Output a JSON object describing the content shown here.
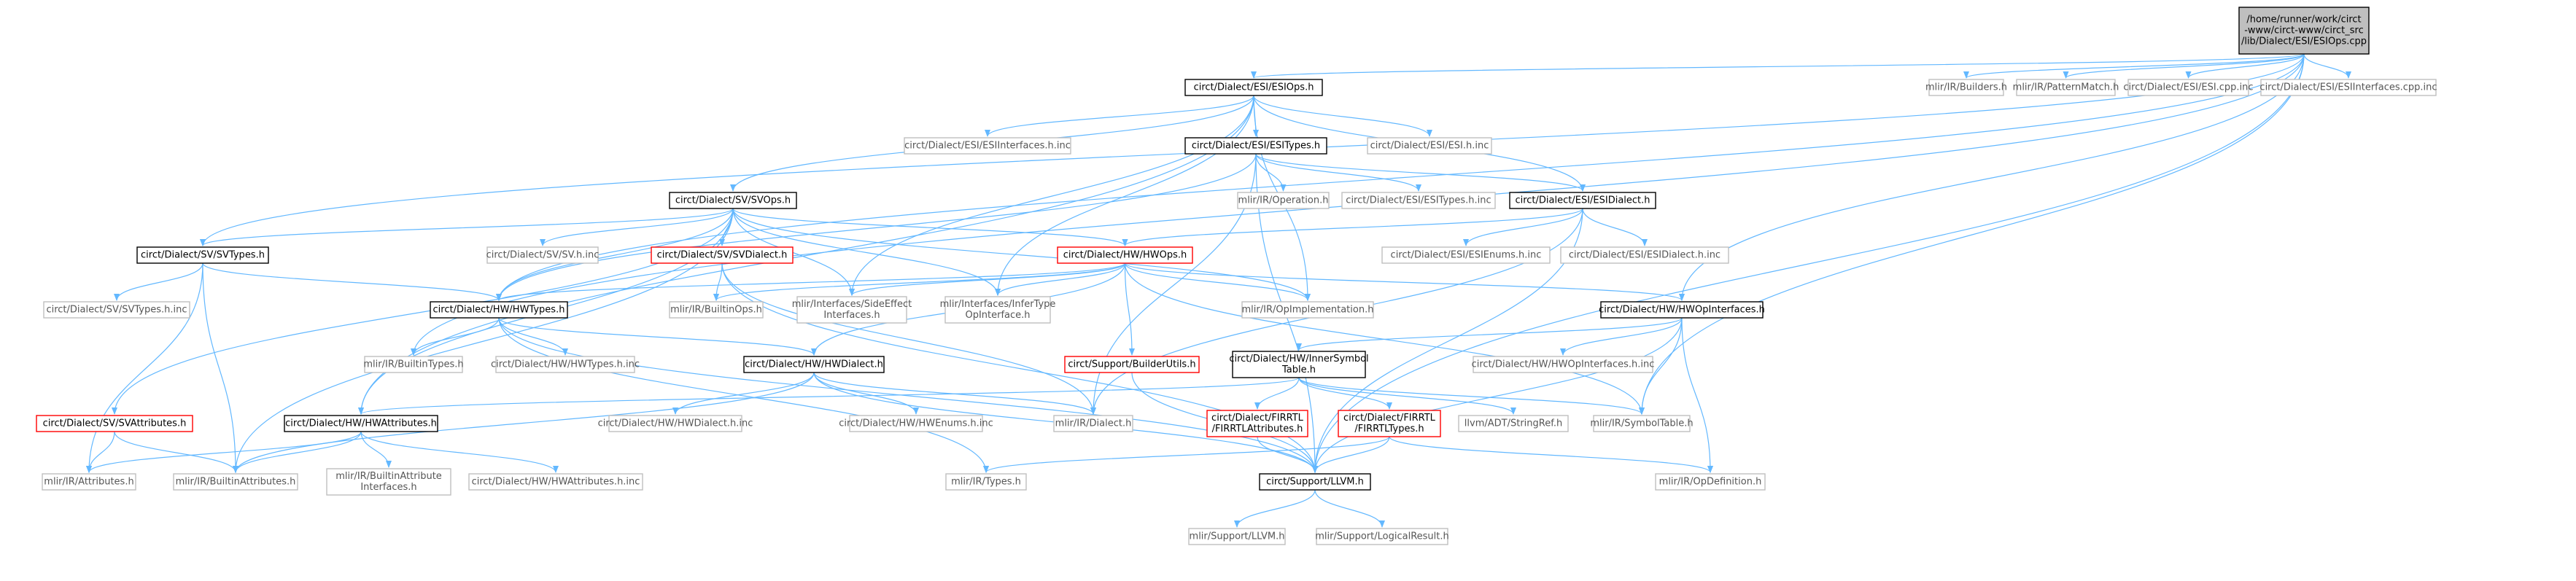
{
  "graph": {
    "root": {
      "id": "root",
      "lines": [
        "/home/runner/work/circt",
        "-www/circt-www/circt_src",
        "/lib/Dialect/ESI/ESIOps.cpp"
      ]
    },
    "nodes": [
      {
        "id": "esiops_h",
        "lines": [
          "circt/Dialect/ESI/ESIOps.h"
        ],
        "style": "doc"
      },
      {
        "id": "builders",
        "lines": [
          "mlir/IR/Builders.h"
        ],
        "style": "inc"
      },
      {
        "id": "patternmatch",
        "lines": [
          "mlir/IR/PatternMatch.h"
        ],
        "style": "inc"
      },
      {
        "id": "esi_cpp_inc",
        "lines": [
          "circt/Dialect/ESI/ESI.cpp.inc"
        ],
        "style": "inc"
      },
      {
        "id": "esiinterfaces_cpp_inc",
        "lines": [
          "circt/Dialect/ESI/ESIInterfaces.cpp.inc"
        ],
        "style": "inc"
      },
      {
        "id": "esiinterfaces_h_inc",
        "lines": [
          "circt/Dialect/ESI/ESIInterfaces.h.inc"
        ],
        "style": "inc"
      },
      {
        "id": "esitypes_h",
        "lines": [
          "circt/Dialect/ESI/ESITypes.h"
        ],
        "style": "doc"
      },
      {
        "id": "esi_h_inc",
        "lines": [
          "circt/Dialect/ESI/ESI.h.inc"
        ],
        "style": "inc"
      },
      {
        "id": "svops_h",
        "lines": [
          "circt/Dialect/SV/SVOps.h"
        ],
        "style": "doc"
      },
      {
        "id": "operation",
        "lines": [
          "mlir/IR/Operation.h"
        ],
        "style": "inc"
      },
      {
        "id": "esitypes_h_inc",
        "lines": [
          "circt/Dialect/ESI/ESITypes.h.inc"
        ],
        "style": "inc"
      },
      {
        "id": "esidialect_h",
        "lines": [
          "circt/Dialect/ESI/ESIDialect.h"
        ],
        "style": "doc"
      },
      {
        "id": "svtypes_h",
        "lines": [
          "circt/Dialect/SV/SVTypes.h"
        ],
        "style": "doc"
      },
      {
        "id": "sv_h_inc",
        "lines": [
          "circt/Dialect/SV/SV.h.inc"
        ],
        "style": "inc"
      },
      {
        "id": "svdialect_h",
        "lines": [
          "circt/Dialect/SV/SVDialect.h"
        ],
        "style": "red"
      },
      {
        "id": "hwops_h",
        "lines": [
          "circt/Dialect/HW/HWOps.h"
        ],
        "style": "red"
      },
      {
        "id": "esienums_h_inc",
        "lines": [
          "circt/Dialect/ESI/ESIEnums.h.inc"
        ],
        "style": "inc"
      },
      {
        "id": "esidialect_h_inc",
        "lines": [
          "circt/Dialect/ESI/ESIDialect.h.inc"
        ],
        "style": "inc"
      },
      {
        "id": "svtypes_h_inc",
        "lines": [
          "circt/Dialect/SV/SVTypes.h.inc"
        ],
        "style": "inc"
      },
      {
        "id": "hwtypes_h",
        "lines": [
          "circt/Dialect/HW/HWTypes.h"
        ],
        "style": "doc"
      },
      {
        "id": "builtinops",
        "lines": [
          "mlir/IR/BuiltinOps.h"
        ],
        "style": "inc"
      },
      {
        "id": "sideeffect",
        "lines": [
          "mlir/Interfaces/SideEffect",
          "Interfaces.h"
        ],
        "style": "inc"
      },
      {
        "id": "infertype",
        "lines": [
          "mlir/Interfaces/InferType",
          "OpInterface.h"
        ],
        "style": "inc"
      },
      {
        "id": "opimplementation",
        "lines": [
          "mlir/IR/OpImplementation.h"
        ],
        "style": "inc"
      },
      {
        "id": "hwopinterfaces_h",
        "lines": [
          "circt/Dialect/HW/HWOpInterfaces.h"
        ],
        "style": "doc"
      },
      {
        "id": "builtintypes",
        "lines": [
          "mlir/IR/BuiltinTypes.h"
        ],
        "style": "inc"
      },
      {
        "id": "hwtypes_h_inc",
        "lines": [
          "circt/Dialect/HW/HWTypes.h.inc"
        ],
        "style": "inc"
      },
      {
        "id": "hwdialect_h",
        "lines": [
          "circt/Dialect/HW/HWDialect.h"
        ],
        "style": "doc"
      },
      {
        "id": "builderutils",
        "lines": [
          "circt/Support/BuilderUtils.h"
        ],
        "style": "red"
      },
      {
        "id": "innersymbol",
        "lines": [
          "circt/Dialect/HW/InnerSymbol",
          "Table.h"
        ],
        "style": "doc"
      },
      {
        "id": "hwopinterfaces_h_inc",
        "lines": [
          "circt/Dialect/HW/HWOpInterfaces.h.inc"
        ],
        "style": "inc"
      },
      {
        "id": "svattributes_h",
        "lines": [
          "circt/Dialect/SV/SVAttributes.h"
        ],
        "style": "red"
      },
      {
        "id": "hwattributes_h",
        "lines": [
          "circt/Dialect/HW/HWAttributes.h"
        ],
        "style": "doc"
      },
      {
        "id": "hwdialect_h_inc",
        "lines": [
          "circt/Dialect/HW/HWDialect.h.inc"
        ],
        "style": "inc"
      },
      {
        "id": "hwenums_h_inc",
        "lines": [
          "circt/Dialect/HW/HWEnums.h.inc"
        ],
        "style": "inc"
      },
      {
        "id": "dialect",
        "lines": [
          "mlir/IR/Dialect.h"
        ],
        "style": "inc"
      },
      {
        "id": "firrtlattributes",
        "lines": [
          "circt/Dialect/FIRRTL",
          "/FIRRTLAttributes.h"
        ],
        "style": "red"
      },
      {
        "id": "firrtltypes",
        "lines": [
          "circt/Dialect/FIRRTL",
          "/FIRRTLTypes.h"
        ],
        "style": "red"
      },
      {
        "id": "stringref",
        "lines": [
          "llvm/ADT/StringRef.h"
        ],
        "style": "inc"
      },
      {
        "id": "symboltable",
        "lines": [
          "mlir/IR/SymbolTable.h"
        ],
        "style": "inc"
      },
      {
        "id": "attributes",
        "lines": [
          "mlir/IR/Attributes.h"
        ],
        "style": "inc"
      },
      {
        "id": "builtinattributes",
        "lines": [
          "mlir/IR/BuiltinAttributes.h"
        ],
        "style": "inc"
      },
      {
        "id": "builtinattrinterfaces",
        "lines": [
          "mlir/IR/BuiltinAttribute",
          "Interfaces.h"
        ],
        "style": "inc"
      },
      {
        "id": "hwattributes_h_inc",
        "lines": [
          "circt/Dialect/HW/HWAttributes.h.inc"
        ],
        "style": "inc"
      },
      {
        "id": "types",
        "lines": [
          "mlir/IR/Types.h"
        ],
        "style": "inc"
      },
      {
        "id": "support_llvm",
        "lines": [
          "circt/Support/LLVM.h"
        ],
        "style": "doc"
      },
      {
        "id": "opdefinition",
        "lines": [
          "mlir/IR/OpDefinition.h"
        ],
        "style": "inc"
      },
      {
        "id": "mlir_support_llvm",
        "lines": [
          "mlir/Support/LLVM.h"
        ],
        "style": "inc"
      },
      {
        "id": "logicalresult",
        "lines": [
          "mlir/Support/LogicalResult.h"
        ],
        "style": "inc"
      }
    ],
    "edges": [
      [
        "root",
        "esiops_h"
      ],
      [
        "root",
        "builders"
      ],
      [
        "root",
        "patternmatch"
      ],
      [
        "root",
        "esi_cpp_inc"
      ],
      [
        "root",
        "esiinterfaces_cpp_inc"
      ],
      [
        "root",
        "svtypes_h"
      ],
      [
        "root",
        "hwtypes_h"
      ],
      [
        "root",
        "hwopinterfaces_h"
      ],
      [
        "root",
        "support_llvm"
      ],
      [
        "root",
        "symboltable"
      ],
      [
        "root",
        "builtintypes"
      ],
      [
        "esiops_h",
        "esiinterfaces_h_inc"
      ],
      [
        "esiops_h",
        "esitypes_h"
      ],
      [
        "esiops_h",
        "esi_h_inc"
      ],
      [
        "esiops_h",
        "svops_h"
      ],
      [
        "esiops_h",
        "esidialect_h"
      ],
      [
        "esiops_h",
        "hwattributes_h"
      ],
      [
        "esiops_h",
        "sideeffect"
      ],
      [
        "esiops_h",
        "infertype"
      ],
      [
        "esiops_h",
        "opimplementation"
      ],
      [
        "esitypes_h",
        "operation"
      ],
      [
        "esitypes_h",
        "esitypes_h_inc"
      ],
      [
        "esitypes_h",
        "esidialect_h"
      ],
      [
        "esitypes_h",
        "hwtypes_h"
      ],
      [
        "esitypes_h",
        "support_llvm"
      ],
      [
        "esitypes_h",
        "dialect"
      ],
      [
        "esidialect_h",
        "esienums_h_inc"
      ],
      [
        "esidialect_h",
        "esidialect_h_inc"
      ],
      [
        "esidialect_h",
        "hwops_h"
      ],
      [
        "esidialect_h",
        "support_llvm"
      ],
      [
        "esidialect_h",
        "dialect"
      ],
      [
        "svops_h",
        "svtypes_h"
      ],
      [
        "svops_h",
        "sv_h_inc"
      ],
      [
        "svops_h",
        "svdialect_h"
      ],
      [
        "svops_h",
        "hwops_h"
      ],
      [
        "svops_h",
        "hwtypes_h"
      ],
      [
        "svops_h",
        "svattributes_h"
      ],
      [
        "svops_h",
        "hwattributes_h"
      ],
      [
        "svops_h",
        "sideeffect"
      ],
      [
        "svops_h",
        "infertype"
      ],
      [
        "svops_h",
        "opimplementation"
      ],
      [
        "svops_h",
        "builtinattributes"
      ],
      [
        "svtypes_h",
        "svtypes_h_inc"
      ],
      [
        "svtypes_h",
        "hwtypes_h"
      ],
      [
        "svtypes_h",
        "attributes"
      ],
      [
        "svtypes_h",
        "builtinattributes"
      ],
      [
        "svdialect_h",
        "builtinops"
      ],
      [
        "svdialect_h",
        "dialect"
      ],
      [
        "svdialect_h",
        "support_llvm"
      ],
      [
        "hwops_h",
        "hwtypes_h"
      ],
      [
        "hwops_h",
        "sideeffect"
      ],
      [
        "hwops_h",
        "infertype"
      ],
      [
        "hwops_h",
        "opimplementation"
      ],
      [
        "hwops_h",
        "hwopinterfaces_h"
      ],
      [
        "hwops_h",
        "builtinops"
      ],
      [
        "hwops_h",
        "builderutils"
      ],
      [
        "hwops_h",
        "hwdialect_h"
      ],
      [
        "hwops_h",
        "symboltable"
      ],
      [
        "hwtypes_h",
        "builtintypes"
      ],
      [
        "hwtypes_h",
        "hwtypes_h_inc"
      ],
      [
        "hwtypes_h",
        "hwdialect_h"
      ],
      [
        "hwtypes_h",
        "support_llvm"
      ],
      [
        "hwtypes_h",
        "types"
      ],
      [
        "hwopinterfaces_h",
        "innersymbol"
      ],
      [
        "hwopinterfaces_h",
        "hwopinterfaces_h_inc"
      ],
      [
        "hwopinterfaces_h",
        "symboltable"
      ],
      [
        "hwopinterfaces_h",
        "support_llvm"
      ],
      [
        "hwopinterfaces_h",
        "opdefinition"
      ],
      [
        "hwdialect_h",
        "hwdialect_h_inc"
      ],
      [
        "hwdialect_h",
        "hwenums_h_inc"
      ],
      [
        "hwdialect_h",
        "dialect"
      ],
      [
        "hwdialect_h",
        "support_llvm"
      ],
      [
        "hwdialect_h",
        "builtinattributes"
      ],
      [
        "builderutils",
        "support_llvm"
      ],
      [
        "innersymbol",
        "hwattributes_h"
      ],
      [
        "innersymbol",
        "firrtlattributes"
      ],
      [
        "innersymbol",
        "firrtltypes"
      ],
      [
        "innersymbol",
        "stringref"
      ],
      [
        "innersymbol",
        "symboltable"
      ],
      [
        "svattributes_h",
        "attributes"
      ],
      [
        "svattributes_h",
        "builtinattributes"
      ],
      [
        "hwattributes_h",
        "attributes"
      ],
      [
        "hwattributes_h",
        "builtinattributes"
      ],
      [
        "hwattributes_h",
        "builtinattrinterfaces"
      ],
      [
        "hwattributes_h",
        "hwattributes_h_inc"
      ],
      [
        "firrtlattributes",
        "support_llvm"
      ],
      [
        "firrtltypes",
        "support_llvm"
      ],
      [
        "firrtltypes",
        "types"
      ],
      [
        "firrtltypes",
        "opdefinition"
      ],
      [
        "support_llvm",
        "mlir_support_llvm"
      ],
      [
        "support_llvm",
        "logicalresult"
      ]
    ]
  }
}
